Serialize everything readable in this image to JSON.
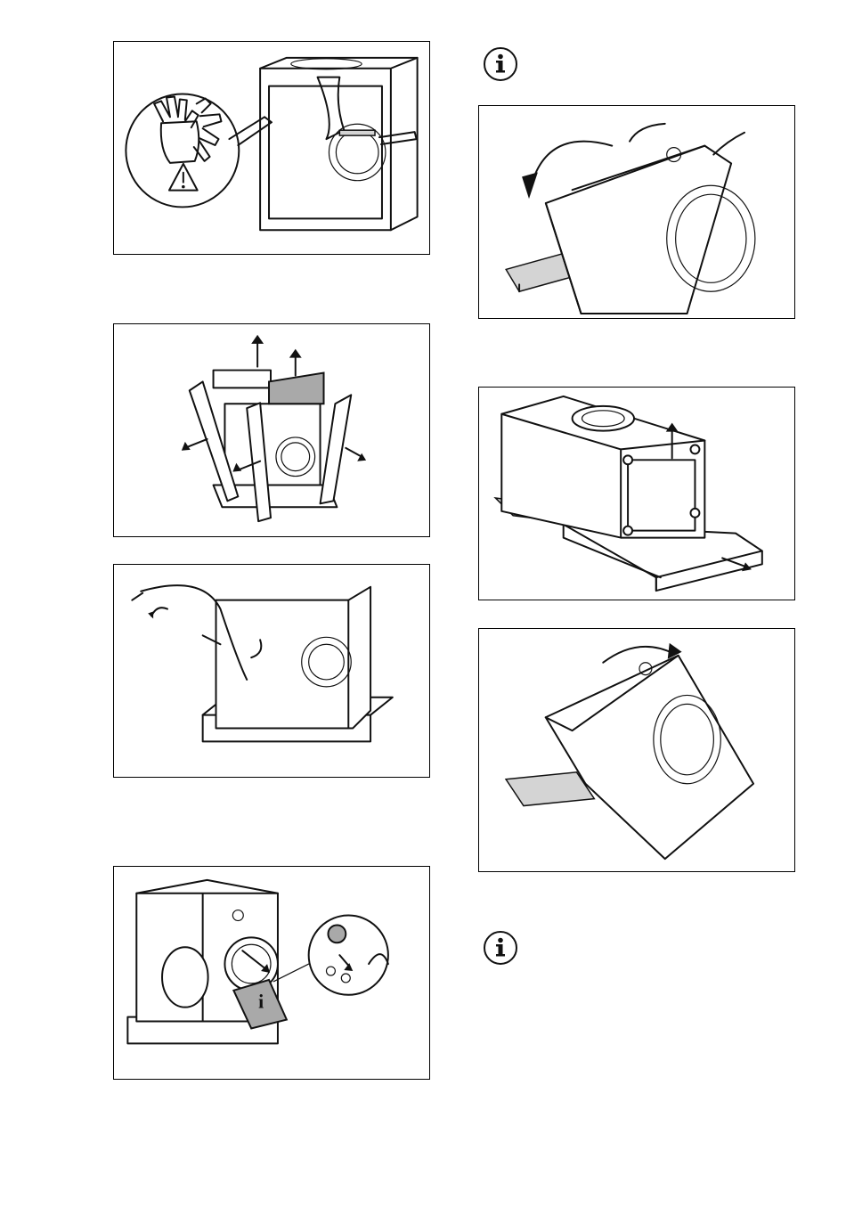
{
  "figures": [
    {
      "id": "fig-1",
      "subject": "remove-outer-packaging-with-gloves",
      "icons": [
        "gloves-icon",
        "warning-triangle-icon"
      ]
    },
    {
      "id": "fig-2",
      "subject": "remove-polystyrene-corners-and-top"
    },
    {
      "id": "fig-3",
      "subject": "remove-plastic-bag"
    },
    {
      "id": "fig-4",
      "subject": "remove-accessories-bag-from-drum",
      "icons": [
        "accessories-zoom-icon"
      ]
    },
    {
      "id": "fig-5",
      "subject": "tilt-machine-backwards"
    },
    {
      "id": "fig-6",
      "subject": "remove-polystyrene-base"
    },
    {
      "id": "fig-7",
      "subject": "return-machine-upright"
    }
  ],
  "info_icons": [
    {
      "id": "info-1",
      "glyph": "i"
    },
    {
      "id": "info-2",
      "glyph": "i"
    }
  ],
  "colors": {
    "line": "#111111",
    "fill_grey": "#a9a9a9",
    "fill_light_grey": "#d4d4d4",
    "background": "#ffffff"
  }
}
